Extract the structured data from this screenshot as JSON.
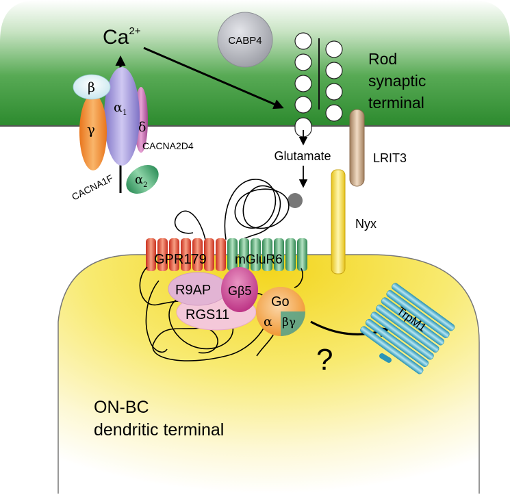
{
  "calcium": {
    "symbol": "Ca",
    "charge": "2+"
  },
  "cabp4": "CABP4",
  "rod_terminal": {
    "line1": "Rod",
    "line2": "synaptic",
    "line3": "terminal"
  },
  "glutamate": "Glutamate",
  "lrit3": "LRIT3",
  "nyx": "Nyx",
  "channel": {
    "beta": "β",
    "alpha1_base": "α",
    "alpha1_sub": "1",
    "gamma": "γ",
    "delta": "δ",
    "alpha2_base": "α",
    "alpha2_sub": "2",
    "cacna1f": "CACNA1F",
    "cacna2d4": "CACNA2D4"
  },
  "gpr179": "GPR179",
  "mglur6": "mGluR6",
  "r9ap": "R9AP",
  "gb5": "Gβ5",
  "rgs11": "RGS11",
  "go": {
    "label": "Go",
    "alpha": "α",
    "betagamma": "βγ"
  },
  "trpm1": "TrpM1",
  "question": "?",
  "on_bc": {
    "line1": "ON-BC",
    "line2": "dendritic terminal"
  },
  "colors": {
    "rod_green": "#2f8f2f",
    "bc_yellow": "#f5dc2a",
    "gpr179_red": "#e8432c",
    "mglur6_green": "#3f9e62",
    "trpm1_cyan": "#4bb8d6",
    "go_orange": "#f29a2e",
    "gb5_magenta": "#c2368a",
    "rgs_pink": "#f3c6d8"
  }
}
